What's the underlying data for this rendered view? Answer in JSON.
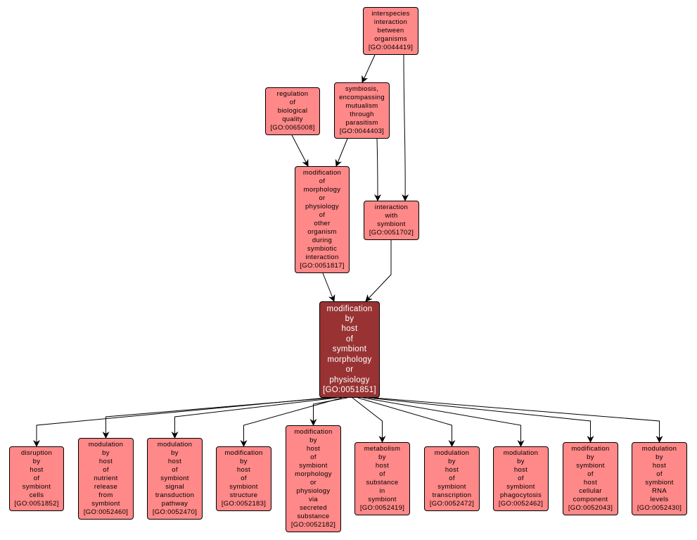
{
  "colors": {
    "node_fill": "#ff8888",
    "focus_fill": "#993333",
    "edge": "#000000"
  },
  "nodes": [
    {
      "id": "GO:0044419",
      "label": "interspecies\ninteraction\nbetween\norganisms\n[GO:0044419]"
    },
    {
      "id": "GO:0065008",
      "label": "regulation\nof\nbiological\nquality\n[GO:0065008]"
    },
    {
      "id": "GO:0044403",
      "label": "symbiosis,\nencompassing\nmutualism\nthrough\nparasitism\n[GO:0044403]"
    },
    {
      "id": "GO:0051817",
      "label": "modification\nof\nmorphology\nor\nphysiology\nof\nother\norganism\nduring\nsymbiotic\ninteraction\n[GO:0051817]"
    },
    {
      "id": "GO:0051702",
      "label": "interaction\nwith\nsymbiont\n[GO:0051702]"
    },
    {
      "id": "GO:0051851",
      "label": "modification\nby\nhost\nof\nsymbiont\nmorphology\nor\nphysiology\n[GO:0051851]",
      "focus": true
    },
    {
      "id": "GO:0051852",
      "label": "disruption\nby\nhost\nof\nsymbiont\ncells\n[GO:0051852]"
    },
    {
      "id": "GO:0052460",
      "label": "modulation\nby\nhost\nof\nnutrient\nrelease\nfrom\nsymbiont\n[GO:0052460]"
    },
    {
      "id": "GO:0052470",
      "label": "modulation\nby\nhost\nof\nsymbiont\nsignal\ntransduction\npathway\n[GO:0052470]"
    },
    {
      "id": "GO:0052183",
      "label": "modification\nby\nhost\nof\nsymbiont\nstructure\n[GO:0052183]"
    },
    {
      "id": "GO:0052182",
      "label": "modification\nby\nhost\nof\nsymbiont\nmorphology\nor\nphysiology\nvia\nsecreted\nsubstance\n[GO:0052182]"
    },
    {
      "id": "GO:0052419",
      "label": "metabolism\nby\nhost\nof\nsubstance\nin\nsymbiont\n[GO:0052419]"
    },
    {
      "id": "GO:0052472",
      "label": "modulation\nby\nhost\nof\nsymbiont\ntranscription\n[GO:0052472]"
    },
    {
      "id": "GO:0052462",
      "label": "modulation\nby\nhost\nof\nsymbiont\nphagocytosis\n[GO:0052462]"
    },
    {
      "id": "GO:0052043",
      "label": "modification\nby\nsymbiont\nof\nhost\ncellular\ncomponent\n[GO:0052043]"
    },
    {
      "id": "GO:0052430",
      "label": "modulation\nby\nhost\nof\nsymbiont\nRNA\nlevels\n[GO:0052430]"
    }
  ],
  "edges": [
    [
      "GO:0044419",
      "GO:0044403"
    ],
    [
      "GO:0044419",
      "GO:0051702"
    ],
    [
      "GO:0065008",
      "GO:0051817"
    ],
    [
      "GO:0044403",
      "GO:0051817"
    ],
    [
      "GO:0044403",
      "GO:0051702"
    ],
    [
      "GO:0051817",
      "GO:0051851"
    ],
    [
      "GO:0051702",
      "GO:0051851"
    ],
    [
      "GO:0051851",
      "GO:0051852"
    ],
    [
      "GO:0051851",
      "GO:0052460"
    ],
    [
      "GO:0051851",
      "GO:0052470"
    ],
    [
      "GO:0051851",
      "GO:0052183"
    ],
    [
      "GO:0051851",
      "GO:0052182"
    ],
    [
      "GO:0051851",
      "GO:0052419"
    ],
    [
      "GO:0051851",
      "GO:0052472"
    ],
    [
      "GO:0051851",
      "GO:0052462"
    ],
    [
      "GO:0051851",
      "GO:0052043"
    ],
    [
      "GO:0051851",
      "GO:0052430"
    ]
  ]
}
